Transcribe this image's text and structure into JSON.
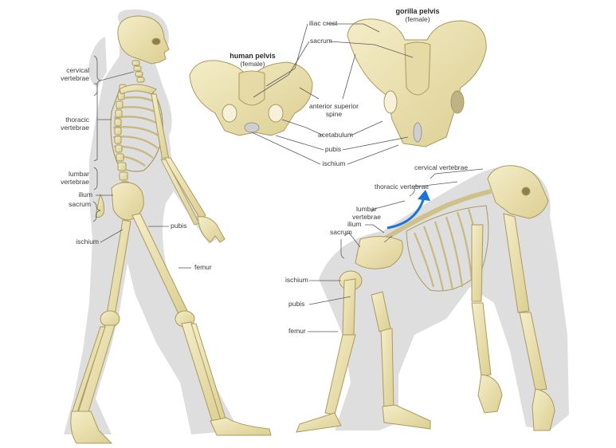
{
  "human_labels": {
    "cervical_vertebrae": "cervical\nvertebrae",
    "thoracic_vertebrae": "thoracic\nvertebrae",
    "lumbar_vertebrae": "lumbar\nvertebrae",
    "ilium": "ilium",
    "sacrum": "sacrum",
    "pubis": "pubis",
    "ischium": "ischium",
    "femur": "femur"
  },
  "pelvis_panel": {
    "human_title": "human pelvis",
    "human_sub": "(female)",
    "gorilla_title": "gorilla pelvis",
    "gorilla_sub": "(female)",
    "iliac_crest": "iliac crest",
    "sacrum": "sacrum",
    "anterior_superior_spine": "anterior superior\nspine",
    "acetabulum": "acetabulum",
    "pubis": "pubis",
    "ischium": "ischium"
  },
  "gorilla_labels": {
    "cervical_vertebrae": "cervical vertebrae",
    "thoracic_vertebrae": "thoracic vertebrae",
    "lumbar_vertebrae": "lumbar\nvertebrae",
    "ilium": "ilium",
    "sacrum": "sacrum",
    "ischium": "ischium",
    "pubis": "pubis",
    "femur": "femur"
  },
  "colors": {
    "bone": "#ece3b4",
    "bone_edge": "#b3a46a",
    "silhouette": "#dcdcdc",
    "leader": "#555555",
    "accent_arrow": "#1a73d9"
  }
}
